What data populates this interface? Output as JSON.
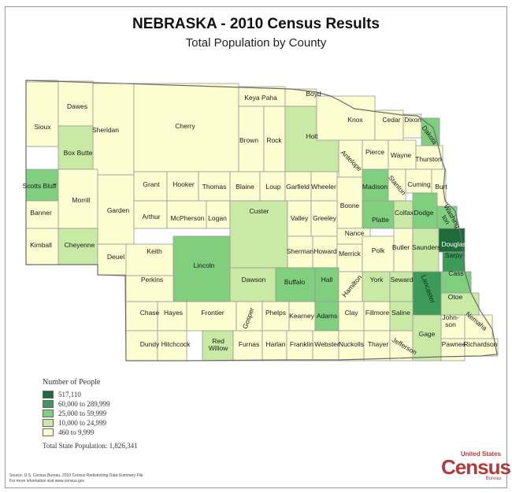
{
  "title": "NEBRASKA - 2010 Census Results",
  "subtitle": "Total Population by County",
  "legend": {
    "title": "Number of People",
    "items": [
      {
        "label": "517,110",
        "color": "#1e6b3a"
      },
      {
        "label": "60,000 to 289,999",
        "color": "#3d9a58"
      },
      {
        "label": "25,000 to 59,999",
        "color": "#7fcf7e"
      },
      {
        "label": "10,000 to 24,999",
        "color": "#c8eaa4"
      },
      {
        "label": "460 to 9,999",
        "color": "#fdfdd2"
      }
    ]
  },
  "total": "Total State Population:  1,826,341",
  "source": {
    "line1": "Source:  U.S. Census Bureau, 2010 Census Redistricting Data Summary File",
    "line2": "For more information visit www.census.gov"
  },
  "logo": {
    "top": "United States",
    "main": "Census",
    "bottom": "Bureau"
  },
  "counties": [
    {
      "name": "Sioux",
      "cls": 4
    },
    {
      "name": "Dawes",
      "cls": 4
    },
    {
      "name": "Sheridan",
      "cls": 4
    },
    {
      "name": "Cherry",
      "cls": 4
    },
    {
      "name": "Keya Paha",
      "cls": 4
    },
    {
      "name": "Boyd",
      "cls": 4
    },
    {
      "name": "Brown",
      "cls": 4
    },
    {
      "name": "Rock",
      "cls": 4
    },
    {
      "name": "Holt",
      "cls": 3
    },
    {
      "name": "Knox",
      "cls": 4
    },
    {
      "name": "Cedar",
      "cls": 4
    },
    {
      "name": "Dixon",
      "cls": 4
    },
    {
      "name": "Dakota",
      "cls": 2
    },
    {
      "name": "Box Butte",
      "cls": 3
    },
    {
      "name": "Antelope",
      "cls": 4
    },
    {
      "name": "Pierce",
      "cls": 4
    },
    {
      "name": "Wayne",
      "cls": 4
    },
    {
      "name": "Thurston",
      "cls": 4
    },
    {
      "name": "Scotts Bluff",
      "cls": 2
    },
    {
      "name": "Morrill",
      "cls": 4
    },
    {
      "name": "Garden",
      "cls": 4
    },
    {
      "name": "Grant",
      "cls": 4
    },
    {
      "name": "Hooker",
      "cls": 4
    },
    {
      "name": "Thomas",
      "cls": 4
    },
    {
      "name": "Blaine",
      "cls": 4
    },
    {
      "name": "Loup",
      "cls": 4
    },
    {
      "name": "Garfield",
      "cls": 4
    },
    {
      "name": "Wheeler",
      "cls": 4
    },
    {
      "name": "Madison",
      "cls": 2
    },
    {
      "name": "Stanton",
      "cls": 4
    },
    {
      "name": "Cuming",
      "cls": 4
    },
    {
      "name": "Burt",
      "cls": 4
    },
    {
      "name": "Banner",
      "cls": 4
    },
    {
      "name": "Boone",
      "cls": 4
    },
    {
      "name": "Arthur",
      "cls": 4
    },
    {
      "name": "McPherson",
      "cls": 4
    },
    {
      "name": "Logan",
      "cls": 4
    },
    {
      "name": "Custer",
      "cls": 3
    },
    {
      "name": "Valley",
      "cls": 4
    },
    {
      "name": "Greeley",
      "cls": 4
    },
    {
      "name": "Platte",
      "cls": 2
    },
    {
      "name": "Colfax",
      "cls": 3
    },
    {
      "name": "Dodge",
      "cls": 2
    },
    {
      "name": "Washington",
      "cls": 2
    },
    {
      "name": "Kimball",
      "cls": 4
    },
    {
      "name": "Cheyenne",
      "cls": 3
    },
    {
      "name": "Deuel",
      "cls": 4
    },
    {
      "name": "Keith",
      "cls": 4
    },
    {
      "name": "Nance",
      "cls": 4
    },
    {
      "name": "Sherman",
      "cls": 4
    },
    {
      "name": "Howard",
      "cls": 4
    },
    {
      "name": "Merrick",
      "cls": 4
    },
    {
      "name": "Polk",
      "cls": 4
    },
    {
      "name": "Butler",
      "cls": 4
    },
    {
      "name": "Saunders",
      "cls": 3
    },
    {
      "name": "Douglas",
      "cls": 0
    },
    {
      "name": "Sarpy",
      "cls": 1
    },
    {
      "name": "Lincoln",
      "cls": 2
    },
    {
      "name": "Perkins",
      "cls": 4
    },
    {
      "name": "Dawson",
      "cls": 3
    },
    {
      "name": "Buffalo",
      "cls": 2
    },
    {
      "name": "Hall",
      "cls": 2
    },
    {
      "name": "Hamilton",
      "cls": 4
    },
    {
      "name": "York",
      "cls": 3
    },
    {
      "name": "Seward",
      "cls": 3
    },
    {
      "name": "Lancaster",
      "cls": 1
    },
    {
      "name": "Cass",
      "cls": 2
    },
    {
      "name": "Chase",
      "cls": 4
    },
    {
      "name": "Hayes",
      "cls": 4
    },
    {
      "name": "Frontier",
      "cls": 4
    },
    {
      "name": "Gosper",
      "cls": 4
    },
    {
      "name": "Phelps",
      "cls": 4
    },
    {
      "name": "Kearney",
      "cls": 4
    },
    {
      "name": "Adams",
      "cls": 2
    },
    {
      "name": "Clay",
      "cls": 4
    },
    {
      "name": "Fillmore",
      "cls": 4
    },
    {
      "name": "Saline",
      "cls": 3
    },
    {
      "name": "Otoe",
      "cls": 3
    },
    {
      "name": "Johnson",
      "cls": 4
    },
    {
      "name": "Nemaha",
      "cls": 4
    },
    {
      "name": "Dundy",
      "cls": 4
    },
    {
      "name": "Hitchcock",
      "cls": 4
    },
    {
      "name": "Red Willow",
      "cls": 3
    },
    {
      "name": "Furnas",
      "cls": 4
    },
    {
      "name": "Harlan",
      "cls": 4
    },
    {
      "name": "Franklin",
      "cls": 4
    },
    {
      "name": "Webster",
      "cls": 4
    },
    {
      "name": "Nuckolls",
      "cls": 4
    },
    {
      "name": "Thayer",
      "cls": 4
    },
    {
      "name": "Jefferson",
      "cls": 4
    },
    {
      "name": "Gage",
      "cls": 3
    },
    {
      "name": "Pawnee",
      "cls": 4
    },
    {
      "name": "Richardson",
      "cls": 4
    }
  ]
}
